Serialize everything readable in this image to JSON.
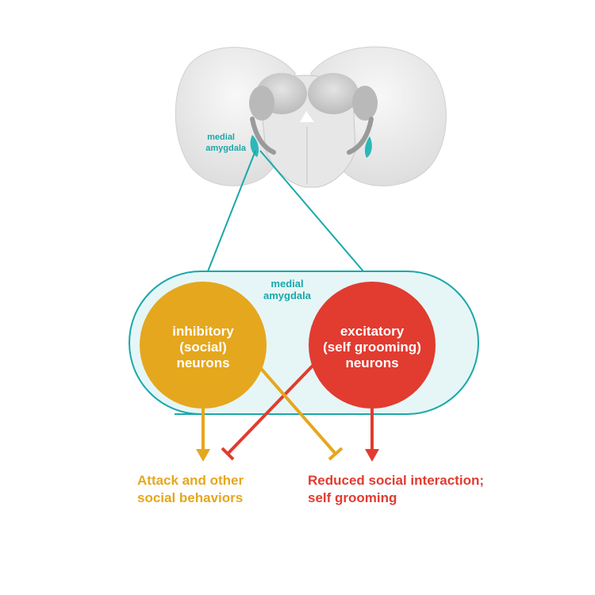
{
  "brain": {
    "region_label_line1": "medial",
    "region_label_line2": "amygdala"
  },
  "inset": {
    "region_label_line1": "medial",
    "region_label_line2": "amygdala"
  },
  "inhibitory": {
    "line1": "inhibitory",
    "line2": "(social)",
    "line3": "neurons"
  },
  "excitatory": {
    "line1": "excitatory",
    "line2": "(self grooming)",
    "line3": "neurons"
  },
  "outputs": {
    "left_line1": "Attack and other",
    "left_line2": "social behaviors",
    "right_line1": "Reduced social interaction;",
    "right_line2": "self grooming"
  },
  "colors": {
    "teal": "#1aa8aa",
    "inhibitory": "#e5a71e",
    "excitatory": "#e23b30",
    "inset_fill": "#e6f6f6",
    "brain_fill": "#efefef"
  }
}
